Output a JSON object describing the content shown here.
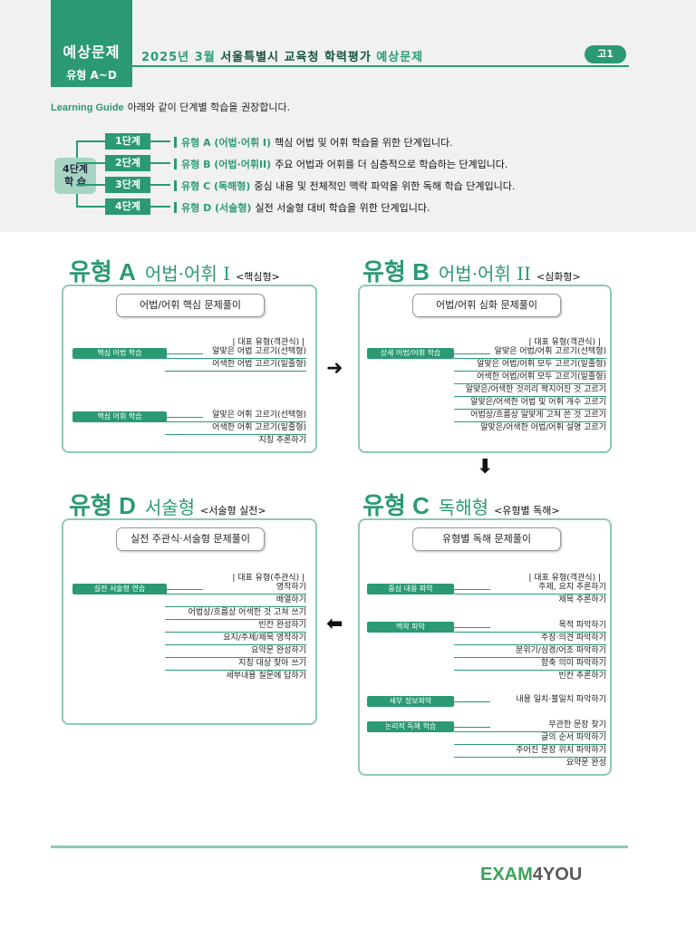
{
  "header": {
    "tag_line1": "예상문제",
    "tag_line2": "유형 A~D",
    "title_green": "2025년 3월 ",
    "title_dark": "서울특별시 교육청 학력평가",
    "title_green2": " 예상문제",
    "grade": "고1"
  },
  "guide": {
    "label": "Learning Guide",
    "text": "아래와 같이 단계별 학습을 권장합니다."
  },
  "steps_label_line1": "4단계",
  "steps_label_line2": "학 습",
  "steps": [
    {
      "badge": "1단계",
      "type": "유형 A (어법·어휘 I)",
      "desc": "핵심 어법 및 어휘 학습을 위한 단계입니다."
    },
    {
      "badge": "2단계",
      "type": "유형 B (어법·어휘II)",
      "desc": "주요 어법과 어휘를 더 심층적으로 학습하는 단계입니다."
    },
    {
      "badge": "3단계",
      "type": "유형 C (독해형)",
      "desc": "중심 내용 및 전체적인 맥락 파악을 위한 독해 학습 단계입니다."
    },
    {
      "badge": "4단계",
      "type": "유형 D (서술형)",
      "desc": "실전 서술형 대비 학습을 위한 단계입니다."
    }
  ],
  "sections": {
    "A": {
      "big": "유형 A",
      "mid": "어법·어휘 I",
      "small": "<핵심형>",
      "card_title": "어법/어휘 핵심 문제풀이",
      "rep": "| 대표 유형(객관식) |",
      "cats": [
        "핵심 어법 학습",
        "핵심 어휘 학습"
      ],
      "items_1": [
        "알맞은 어법 고르기(선택형)",
        "어색한 어법 고르기(밑줄형)"
      ],
      "items_2": [
        "알맞은 어휘 고르기(선택형)",
        "어색한 어휘 고르기(밑줄형)",
        "지칭 추론하기"
      ]
    },
    "B": {
      "big": "유형 B",
      "mid": "어법·어휘 II",
      "small": "<심화형>",
      "card_title": "어법/어휘 심화 문제풀이",
      "rep": "| 대표 유형(객관식) |",
      "cats": [
        "상세 어법/어휘 학습"
      ],
      "items_1": [
        "알맞은 어법/어휘 고르기(선택형)",
        "알맞은 어법/어휘 모두 고르기(밑줄형)",
        "어색한 어법/어휘 모두 고르기(밑줄형)",
        "알맞은/어색한 것끼리 짝지어진 것 고르기",
        "알맞은/어색한 어법 및 어휘 개수 고르기",
        "어법상/흐름상 알맞게 고쳐 쓴 것 고르기",
        "알맞은/어색한 어법/어휘 설명 고르기"
      ]
    },
    "C": {
      "big": "유형 C",
      "mid": "독해형",
      "small": "<유형별 독해>",
      "card_title": "유형별 독해 문제풀이",
      "rep": "| 대표 유형(객관식) |",
      "cats": [
        "중심 내용 파악",
        "맥락 파악",
        "세부 정보파악",
        "논리적 독해 학습"
      ],
      "items_1": [
        "주제, 요지 추론하기",
        "제목 추론하기"
      ],
      "items_2": [
        "목적 파악하기",
        "주장·의견 파악하기",
        "분위기/심경/어조 파악하기",
        "함축 의미 파악하기",
        "빈칸 추론하기"
      ],
      "items_3": [
        "내용 일치·불일치 파악하기"
      ],
      "items_4": [
        "무관한 문장 찾기",
        "글의 순서 파악하기",
        "주어진 문장 위치 파악하기",
        "요약문 완성"
      ]
    },
    "D": {
      "big": "유형 D",
      "mid": "서술형",
      "small": "<서술형 실전>",
      "card_title": "실전 주관식·서술형 문제풀이",
      "rep": "| 대표 유형(주관식) |",
      "cats": [
        "실전 서술형 연습"
      ],
      "items_1": [
        "영작하기",
        "배열하기",
        "어법상/흐름상 어색한 것 고쳐 쓰기",
        "빈칸 완성하기",
        "요지/주제/제목 영작하기",
        "요약문 완성하기",
        "지칭 대상 찾아 쓰기",
        "세부내용 질문에 답하기"
      ]
    }
  },
  "arrows": {
    "right": "➜",
    "down": "⬇",
    "left": "⬅"
  },
  "footer": {
    "logo_a": "EXAM",
    "logo_b": "4YOU"
  }
}
